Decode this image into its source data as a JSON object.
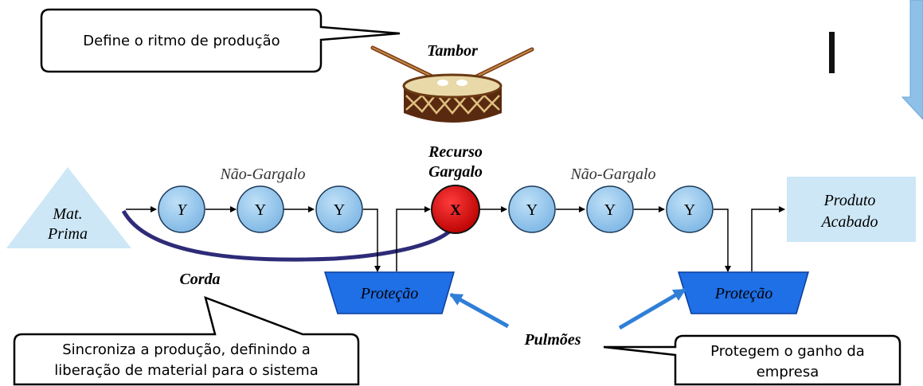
{
  "callouts": {
    "drum": "Define o ritmo de produção",
    "rope_line1": "Sincroniza a produção, definindo a",
    "rope_line2": "liberação de material para o sistema",
    "buffer_line1": "Protegem o ganho da",
    "buffer_line2": "empresa"
  },
  "labels": {
    "drum": "Tambor",
    "bottleneck_line1": "Recurso",
    "bottleneck_line2": "Gargalo",
    "non_bottleneck_left": "Não-Gargalo",
    "non_bottleneck_right": "Não-Gargalo",
    "rope": "Corda",
    "buffers": "Pulmões"
  },
  "raw_material": {
    "line1": "Mat.",
    "line2": "Prima"
  },
  "finished_product": {
    "line1": "Produto",
    "line2": "Acabado"
  },
  "nodes": {
    "non_bottleneck_symbol": "Y",
    "bottleneck_symbol": "X"
  },
  "buffers": {
    "left": "Proteção",
    "right": "Proteção"
  },
  "colors": {
    "node_fill": "#8fc3ea",
    "bottleneck_fill": "#d80a0a",
    "shape_fill": "#cde7f6",
    "buffer_fill": "#1f6fe6",
    "rope": "#2e2b78",
    "blue_arrow": "#2f7fd8"
  }
}
